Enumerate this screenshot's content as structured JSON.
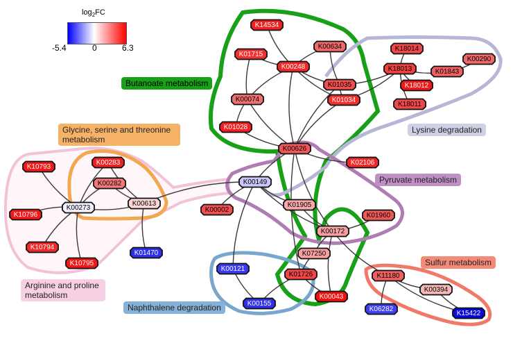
{
  "legend": {
    "title": "log",
    "title_sub": "2",
    "title_suffix": "FC",
    "min_label": "-5.4",
    "mid_label": "0",
    "max_label": "6.3",
    "colors": {
      "low": "#0000ff",
      "mid": "#ffffff",
      "high": "#ff0000"
    }
  },
  "regions": [
    {
      "id": "butanoate",
      "label": "Butanoate metabolism",
      "color": "#22a022"
    },
    {
      "id": "lysine",
      "label": "Lysine degradation",
      "color": "#b8b8d8"
    },
    {
      "id": "glycine",
      "label": "Glycine, serine and threonine metabolism",
      "color": "#f5b060"
    },
    {
      "id": "pyruvate",
      "label": "Pyruvate metabolism",
      "color": "#b480b8"
    },
    {
      "id": "arginine",
      "label": "Arginine and proline metabolism",
      "color": "#f6c6de"
    },
    {
      "id": "naphthalene",
      "label": "Naphthalene degradation",
      "color": "#7aa8d0"
    },
    {
      "id": "sulfur",
      "label": "Sulfur metabolism",
      "color": "#f08070"
    }
  ],
  "nodes": [
    {
      "id": "K14534",
      "color": "#f02020"
    },
    {
      "id": "K01715",
      "color": "#f23030"
    },
    {
      "id": "K00634",
      "color": "#f06868"
    },
    {
      "id": "K00248",
      "color": "#f02828"
    },
    {
      "id": "K01035",
      "color": "#f05050"
    },
    {
      "id": "K01034",
      "color": "#f03030"
    },
    {
      "id": "K00074",
      "color": "#f07070"
    },
    {
      "id": "K01028",
      "color": "#f02020"
    },
    {
      "id": "K00626",
      "color": "#f05858"
    },
    {
      "id": "K18014",
      "color": "#f04848"
    },
    {
      "id": "K18013",
      "color": "#f04040"
    },
    {
      "id": "K18012",
      "color": "#f01818"
    },
    {
      "id": "K18011",
      "color": "#f04848"
    },
    {
      "id": "K01843",
      "color": "#f06060"
    },
    {
      "id": "K00290",
      "color": "#f06868"
    },
    {
      "id": "K02106",
      "color": "#f02828"
    },
    {
      "id": "K00149",
      "color": "#c8c8f8"
    },
    {
      "id": "K00002",
      "color": "#f05050"
    },
    {
      "id": "K01905",
      "color": "#f8a8a8"
    },
    {
      "id": "K01960",
      "color": "#f05858"
    },
    {
      "id": "K00172",
      "color": "#f6a0a0"
    },
    {
      "id": "K07250",
      "color": "#f6a0a0"
    },
    {
      "id": "K01726",
      "color": "#f04848"
    },
    {
      "id": "K00043",
      "color": "#f01010"
    },
    {
      "id": "K00121",
      "color": "#3a3af0"
    },
    {
      "id": "K00155",
      "color": "#3030e8"
    },
    {
      "id": "K00283",
      "color": "#f02020"
    },
    {
      "id": "K00282",
      "color": "#f47a7a"
    },
    {
      "id": "K10793",
      "color": "#f01818"
    },
    {
      "id": "K00273",
      "color": "#f0f0ff"
    },
    {
      "id": "K00613",
      "color": "#fbd6d6"
    },
    {
      "id": "K10796",
      "color": "#f01818"
    },
    {
      "id": "K10794",
      "color": "#f02828"
    },
    {
      "id": "K10795",
      "color": "#f01818"
    },
    {
      "id": "K01470",
      "color": "#3030e8"
    },
    {
      "id": "K11180",
      "color": "#f06060"
    },
    {
      "id": "K00394",
      "color": "#f8b8b8"
    },
    {
      "id": "K06282",
      "color": "#4040f0"
    },
    {
      "id": "K15422",
      "color": "#0808d8"
    }
  ],
  "edges": [
    [
      "K14534",
      "K00248"
    ],
    [
      "K01715",
      "K00248"
    ],
    [
      "K01715",
      "K00074"
    ],
    [
      "K00634",
      "K00248"
    ],
    [
      "K00634",
      "K01035"
    ],
    [
      "K00248",
      "K01035"
    ],
    [
      "K00248",
      "K01034"
    ],
    [
      "K00248",
      "K00074"
    ],
    [
      "K00248",
      "K00626"
    ],
    [
      "K01035",
      "K01034"
    ],
    [
      "K01035",
      "K18013"
    ],
    [
      "K01034",
      "K18013"
    ],
    [
      "K00074",
      "K01028"
    ],
    [
      "K00074",
      "K00626"
    ],
    [
      "K01028",
      "K00626"
    ],
    [
      "K01035",
      "K00626"
    ],
    [
      "K01034",
      "K00626"
    ],
    [
      "K18014",
      "K18013"
    ],
    [
      "K18013",
      "K18012"
    ],
    [
      "K18013",
      "K18011"
    ],
    [
      "K18013",
      "K01843"
    ],
    [
      "K01843",
      "K00290"
    ],
    [
      "K00626",
      "K02106"
    ],
    [
      "K00626",
      "K00149"
    ],
    [
      "K00626",
      "K00172"
    ],
    [
      "K00626",
      "K01726"
    ],
    [
      "K00149",
      "K00002"
    ],
    [
      "K00149",
      "K01905"
    ],
    [
      "K00149",
      "K00172"
    ],
    [
      "K00149",
      "K00121"
    ],
    [
      "K00149",
      "K00613"
    ],
    [
      "K01905",
      "K00172"
    ],
    [
      "K00172",
      "K01960"
    ],
    [
      "K00172",
      "K07250"
    ],
    [
      "K00172",
      "K11180"
    ],
    [
      "K00172",
      "K00043"
    ],
    [
      "K07250",
      "K01726"
    ],
    [
      "K01726",
      "K00043"
    ],
    [
      "K01726",
      "K00155"
    ],
    [
      "K00121",
      "K00155"
    ],
    [
      "K00283",
      "K00273"
    ],
    [
      "K00283",
      "K00613"
    ],
    [
      "K00282",
      "K00613"
    ],
    [
      "K00282",
      "K00273"
    ],
    [
      "K10793",
      "K00273"
    ],
    [
      "K00273",
      "K00613"
    ],
    [
      "K00273",
      "K10796"
    ],
    [
      "K00273",
      "K10794"
    ],
    [
      "K00273",
      "K10795"
    ],
    [
      "K00613",
      "K01470"
    ],
    [
      "K11180",
      "K00394"
    ],
    [
      "K11180",
      "K06282"
    ],
    [
      "K00394",
      "K15422"
    ],
    [
      "K11180",
      "K15422"
    ]
  ]
}
